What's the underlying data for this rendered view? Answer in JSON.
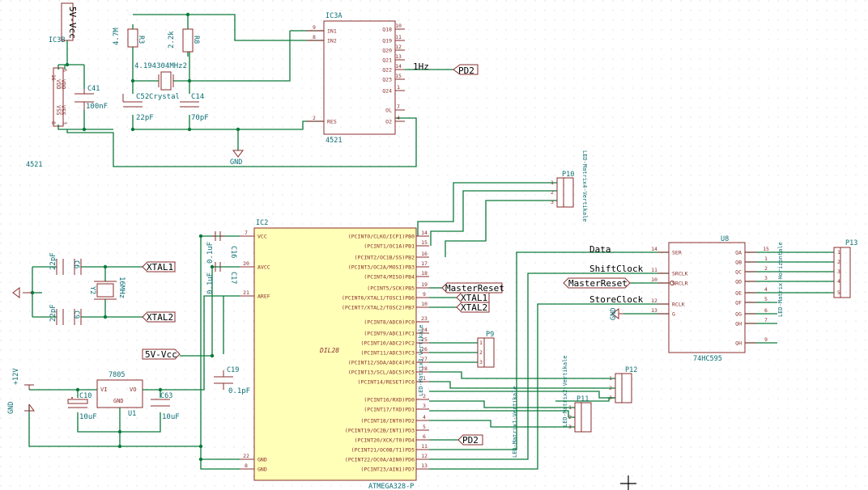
{
  "colors": {
    "wire": "#0b7a3b",
    "component": "#8b2c2c",
    "text": "#0b6e74",
    "ic_fill": "#ffffb8"
  },
  "refs": {
    "ic3b": "IC3B",
    "ic3a": "IC3A",
    "ic2": "IC2",
    "r3": "R3",
    "r8": "R8",
    "c41": "C41",
    "c52": "C52",
    "c14": "C14",
    "c16": "C16",
    "c17": "C17",
    "c6": "C6",
    "c9": "C9",
    "c19": "C19",
    "c10": "C10",
    "c63": "C63",
    "y2": "Y2",
    "u1": "U1",
    "u8": "U8",
    "p9": "P9",
    "p10": "P10",
    "p11": "P11",
    "p12": "P12",
    "p13": "P13"
  },
  "values": {
    "r3": "4.7M",
    "r8": "2.2k",
    "xtal_top": "4.194304MHz2",
    "xtal_top_name": "Crystal",
    "c41": "100nF",
    "c52": "22pF",
    "c14": "70pF",
    "c16": "0.1uF",
    "c17": "0.1uF",
    "c6": "22pF",
    "c9": "22pF",
    "y2": "16MHz",
    "c19": "0.1pF",
    "c10": "10uF",
    "c63": "10uF",
    "reg": "7805",
    "ic3_part": "4521",
    "ic3b_part": "4521",
    "dil": "DIL28",
    "sr": "74HC595",
    "ic2_part": "ATMEGA328-P"
  },
  "power": {
    "vcc_top": "5V-Vcc",
    "vcc_mid": "5V-Vcc",
    "gnd": "GND",
    "v12": "+12V"
  },
  "nets": {
    "hz": "1Hz",
    "pd2": "PD2",
    "pd2b": "PD2",
    "xtal1": "XTAL1",
    "xtal2": "XTAL2",
    "xtal1b": "XTAL1",
    "xtal2b": "XTAL2",
    "master_reset": "MasterReset",
    "master_reset2": "MasterReset",
    "data": "Data",
    "shift": "ShiftClock",
    "store": "StoreClock"
  },
  "ic3a": {
    "left_pins": [
      {
        "name": "IN1",
        "num": "9"
      },
      {
        "name": "IN2",
        "num": "8"
      },
      {
        "name": "RES",
        "num": "2"
      }
    ],
    "right_pins": [
      {
        "name": "Q18",
        "num": "10"
      },
      {
        "name": "Q19",
        "num": "11"
      },
      {
        "name": "Q20",
        "num": "12"
      },
      {
        "name": "Q21",
        "num": "13"
      },
      {
        "name": "Q22",
        "num": "14"
      },
      {
        "name": "Q23",
        "num": "15"
      },
      {
        "name": "Q24",
        "num": "1"
      },
      {
        "name": "OL",
        "num": "7"
      },
      {
        "name": "O2",
        "num": "4"
      }
    ]
  },
  "ic3b_pins": {
    "vdd1": "VDD",
    "vdd2": "VDD",
    "vss1": "VSS",
    "vss2": "VSS",
    "n16": "16",
    "n5": "5",
    "n8": "8",
    "n3": "3"
  },
  "ic2": {
    "left_pins": [
      {
        "name": "VCC",
        "num": "7"
      },
      {
        "name": "AVCC",
        "num": "20"
      },
      {
        "name": "AREF",
        "num": "21"
      },
      {
        "name": "GND",
        "num": "22"
      },
      {
        "name": "GND",
        "num": "8"
      }
    ],
    "right_pins": [
      {
        "name": "(PCINT0/CLKO/ICP1)PB0",
        "num": "14"
      },
      {
        "name": "(PCINT1/OC1A)PB1",
        "num": "15"
      },
      {
        "name": "(PCINT2/OC1B/SS)PB2",
        "num": "16"
      },
      {
        "name": "(PCINT3/OC2A/MOSI)PB3",
        "num": "17"
      },
      {
        "name": "(PCINT4/MISO)PB4",
        "num": "18"
      },
      {
        "name": "(PCINT5/SCK)PB5",
        "num": "19"
      },
      {
        "name": "(PCINT6/XTAL1/TOSC1)PB6",
        "num": "9"
      },
      {
        "name": "(PCINT7/XTAL2/TOSC2)PB7",
        "num": "10"
      },
      {
        "name": "(PCINT8/ADC0)PC0",
        "num": "23"
      },
      {
        "name": "(PCINT9/ADC1)PC1",
        "num": "24"
      },
      {
        "name": "(PCINT10/ADC2)PC2",
        "num": "25"
      },
      {
        "name": "(PCINT11/ADC3)PC3",
        "num": "26"
      },
      {
        "name": "(PCINT12/SDA/ADC4)PC4",
        "num": "27"
      },
      {
        "name": "(PCINT13/SCL/ADC5)PC5",
        "num": "28"
      },
      {
        "name": "(PCINT14/RESET)PC6",
        "num": "1"
      },
      {
        "name": "(PCINT16/RXD)PD0",
        "num": "2"
      },
      {
        "name": "(PCINT17/TXD)PD1",
        "num": "3"
      },
      {
        "name": "(PCINT18/INT0)PD2",
        "num": "4"
      },
      {
        "name": "(PCINT19/OC2B/INT1)PD3",
        "num": "5"
      },
      {
        "name": "(PCINT20/XCK/T0)PD4",
        "num": "6"
      },
      {
        "name": "(PCINT21/OC0B/T1)PD5",
        "num": "11"
      },
      {
        "name": "(PCINT22/OC0A/AIN0)PD6",
        "num": "12"
      },
      {
        "name": "(PCINT23/AIN1)PD7",
        "num": "13"
      }
    ]
  },
  "u8": {
    "left_pins": [
      {
        "name": "SER",
        "num": "14"
      },
      {
        "name": "SRCLK",
        "num": "11"
      },
      {
        "name": "SRCLR",
        "num": "10"
      },
      {
        "name": "RCLK",
        "num": "12"
      },
      {
        "name": "G",
        "num": "13"
      }
    ],
    "right_pins": [
      {
        "name": "QA",
        "num": "15"
      },
      {
        "name": "QB",
        "num": "1"
      },
      {
        "name": "QC",
        "num": "2"
      },
      {
        "name": "QD",
        "num": "3"
      },
      {
        "name": "QE",
        "num": "4"
      },
      {
        "name": "QF",
        "num": "5"
      },
      {
        "name": "QG",
        "num": "6"
      },
      {
        "name": "QH",
        "num": "7"
      },
      {
        "name": "QH",
        "num": "9"
      }
    ]
  },
  "reg_pins": {
    "vi": "VI",
    "gnd": "GND",
    "vo": "VO"
  },
  "connectors": {
    "p9": {
      "label": "LED-Matrix3-Vertikale",
      "pins": [
        "1",
        "2",
        "3"
      ]
    },
    "p10": {
      "label": "LED-Matrix4-Vertikale",
      "pins": [
        "1",
        "2",
        "3"
      ]
    },
    "p11": {
      "label": "LED-Matrix1-Vertikale",
      "pins": [
        "1",
        "2",
        "3"
      ]
    },
    "p12": {
      "label": "LED-Matrix2-Vertikale",
      "pins": [
        "1",
        "2",
        "3"
      ]
    },
    "p13": {
      "label": "LED-Matrix-Horizontale",
      "pins": [
        "1",
        "2",
        "3",
        "4",
        "5"
      ]
    }
  }
}
